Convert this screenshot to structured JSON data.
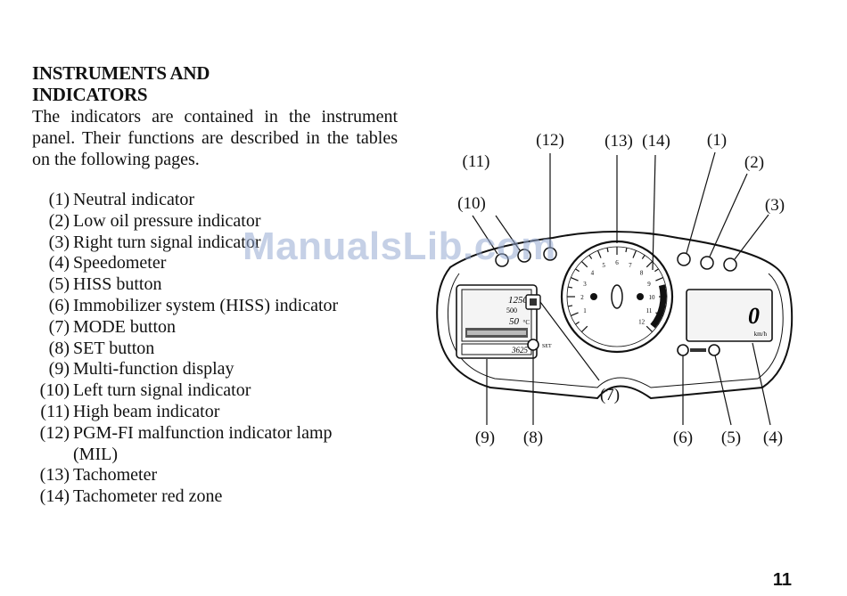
{
  "heading": {
    "line1": "INSTRUMENTS AND",
    "line2": "INDICATORS"
  },
  "intro": "The indicators are contained in the instrument panel. Their functions are described in the tables on the following pages.",
  "legend": [
    {
      "num": "(1)",
      "text": "Neutral indicator"
    },
    {
      "num": "(2)",
      "text": "Low oil pressure indicator"
    },
    {
      "num": "(3)",
      "text": "Right turn signal indicator"
    },
    {
      "num": "(4)",
      "text": "Speedometer"
    },
    {
      "num": "(5)",
      "text": "HISS button"
    },
    {
      "num": "(6)",
      "text": "Immobilizer system (HISS) indicator"
    },
    {
      "num": "(7)",
      "text": "MODE button"
    },
    {
      "num": "(8)",
      "text": "SET button"
    },
    {
      "num": "(9)",
      "text": "Multi-function display"
    },
    {
      "num": "(10)",
      "text": "Left turn signal indicator"
    },
    {
      "num": "(11)",
      "text": "High beam indicator"
    },
    {
      "num": "(12)",
      "text": "PGM-FI malfunction indicator lamp"
    },
    {
      "num": "",
      "text": "(MIL)"
    },
    {
      "num": "(13)",
      "text": "Tachometer"
    },
    {
      "num": "(14)",
      "text": "Tachometer red zone"
    }
  ],
  "figure": {
    "callouts": {
      "c1": "(1)",
      "c2": "(2)",
      "c3": "(3)",
      "c4": "(4)",
      "c5": "(5)",
      "c6": "(6)",
      "c7": "(7)",
      "c8": "(8)",
      "c9": "(9)",
      "c10": "(10)",
      "c11": "(11)",
      "c12": "(12)",
      "c13": "(13)",
      "c14": "(14)"
    },
    "lcd_left": {
      "odo": "1250",
      "trip": "500",
      "temp": "50",
      "temp_unit": "°C",
      "bottom": "3625"
    },
    "lcd_right": {
      "speed": "0",
      "unit": "km/h"
    },
    "tacho_ticks": [
      "1",
      "2",
      "3",
      "4",
      "5",
      "6",
      "7",
      "8",
      "9",
      "10",
      "11",
      "12"
    ],
    "set_label": "SET"
  },
  "watermark": "ManualsLib.com",
  "page_number": "11"
}
